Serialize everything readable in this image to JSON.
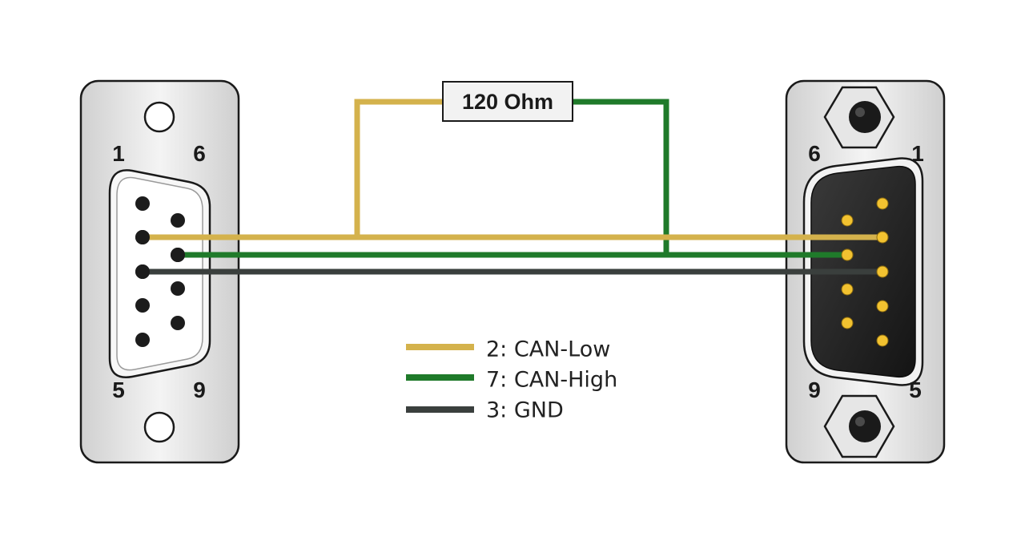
{
  "resistor": {
    "label": "120 Ohm"
  },
  "female_connector": {
    "pin_labels": {
      "top_left": "1",
      "top_right": "6",
      "bottom_left": "5",
      "bottom_right": "9"
    }
  },
  "male_connector": {
    "pin_labels": {
      "top_left": "6",
      "top_right": "1",
      "bottom_left": "9",
      "bottom_right": "5"
    }
  },
  "legend": [
    {
      "label": "2: CAN-Low",
      "color": "#d4b24c"
    },
    {
      "label": "7: CAN-High",
      "color": "#1f7a2a"
    },
    {
      "label": "3: GND",
      "color": "#3a3f3d"
    }
  ],
  "colors": {
    "can_low": "#d4b24c",
    "can_high": "#1f7a2a",
    "gnd": "#3a3f3d",
    "pin_female": "#1c1c1c",
    "pin_male": "#f2c230",
    "male_insert": "#262626"
  }
}
